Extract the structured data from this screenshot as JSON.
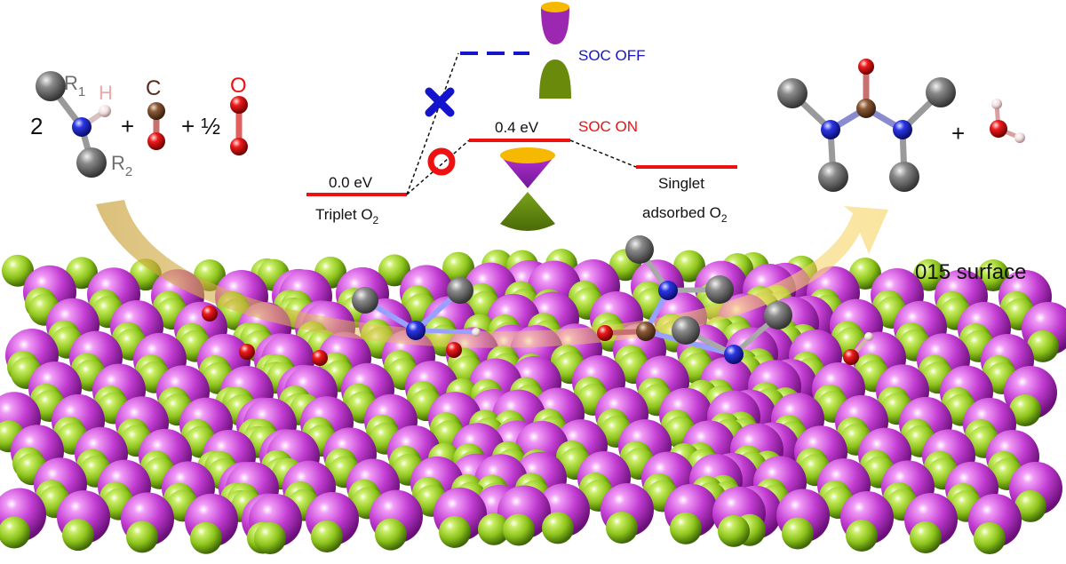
{
  "reaction": {
    "coef_amine": "2",
    "r1": "R",
    "r1_sub": "1",
    "r2": "R",
    "r2_sub": "2",
    "h": "H",
    "plus": "+",
    "c": "C",
    "half": "+ ½",
    "o": "O",
    "plus_water": "+"
  },
  "energy": {
    "e0": "0.0 eV",
    "triplet": "Triplet O",
    "triplet_sub": "2",
    "e1": "0.4 eV",
    "soc_off": "SOC OFF",
    "soc_on": "SOC ON",
    "singlet": "Singlet",
    "adsorbed": "adsorbed O",
    "adsorbed_sub": "2"
  },
  "surface_label": "015 surface",
  "colors": {
    "red": "#ee1111",
    "blue": "#1414cc",
    "purple": "#c040d0",
    "green": "#8cc31a",
    "gray": "#6e6e6e",
    "brown": "#7a4a2a",
    "arrow": "#e8c45a"
  }
}
